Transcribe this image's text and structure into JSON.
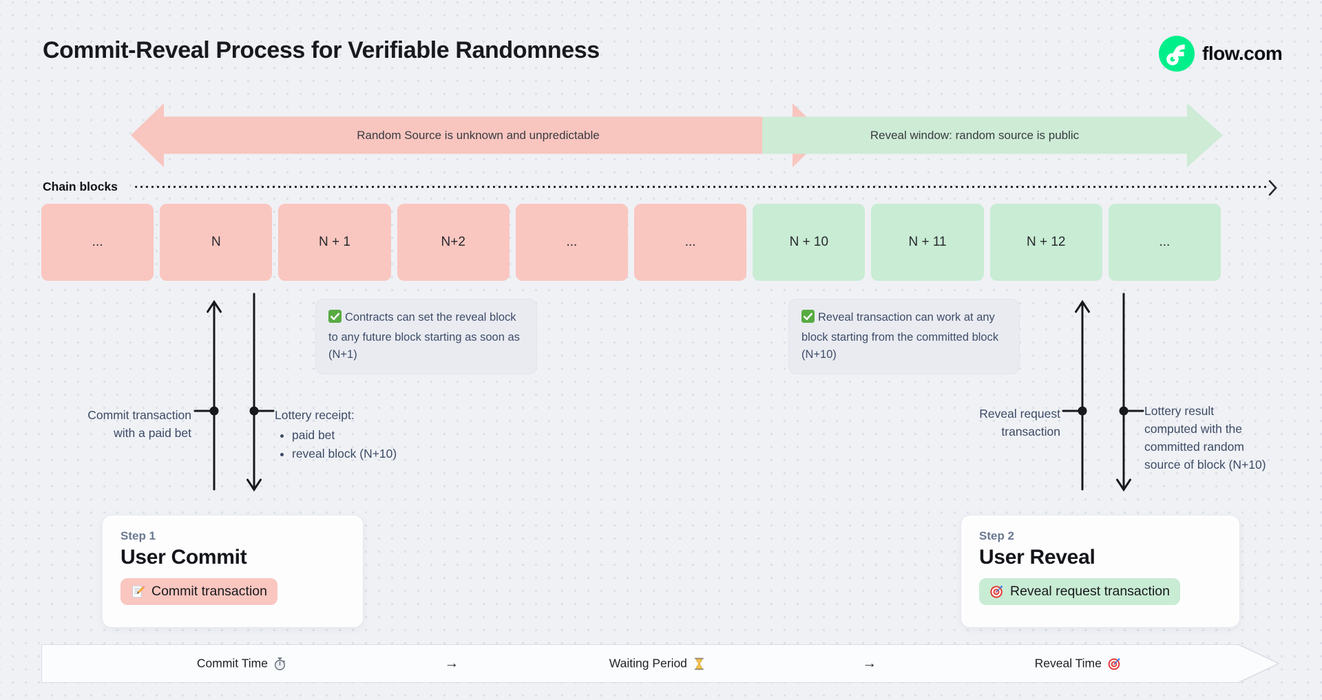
{
  "header": {
    "title": "Commit-Reveal Process for Verifiable Randomness",
    "brand": "flow.com"
  },
  "phases": {
    "unpredictable": "Random Source is unknown and unpredictable",
    "reveal": "Reveal window: random source is public"
  },
  "chain": {
    "label": "Chain blocks",
    "blocks": [
      {
        "label": "...",
        "variant": "pink"
      },
      {
        "label": "N",
        "variant": "pink"
      },
      {
        "label": "N + 1",
        "variant": "pink"
      },
      {
        "label": "N+2",
        "variant": "pink"
      },
      {
        "label": "...",
        "variant": "pink"
      },
      {
        "label": "...",
        "variant": "pink"
      },
      {
        "label": "N + 10",
        "variant": "green"
      },
      {
        "label": "N + 11",
        "variant": "green"
      },
      {
        "label": "N + 12",
        "variant": "green"
      },
      {
        "label": "...",
        "variant": "green"
      }
    ]
  },
  "notes": {
    "commit": "Contracts can set the reveal block to any future block starting as soon as (N+1)",
    "reveal": "Reveal transaction can work at any block starting from the committed block (N+10)"
  },
  "flows": {
    "commit": {
      "line1": "Commit transaction",
      "line2": "with a paid bet"
    },
    "receipt": {
      "title": "Lottery receipt:",
      "items": [
        "paid bet",
        "reveal block (N+10)"
      ]
    },
    "reveal_request": {
      "line1": "Reveal request",
      "line2": "transaction"
    },
    "lottery_result": {
      "lines": [
        "Lottery result",
        "computed with the",
        "committed random",
        "source of block (N+10)"
      ]
    }
  },
  "steps": [
    {
      "kicker": "Step 1",
      "title": "User Commit",
      "badge": "Commit transaction",
      "icon": "memo-icon"
    },
    {
      "kicker": "Step 2",
      "title": "User Reveal",
      "badge": "Reveal request transaction",
      "icon": "target-icon"
    }
  ],
  "timeline": {
    "items": [
      {
        "label": "Commit Time",
        "icon": "stopwatch-icon"
      },
      {
        "label": "→"
      },
      {
        "label": "Waiting Period",
        "icon": "hourglass-icon"
      },
      {
        "label": "→"
      },
      {
        "label": "Reveal Time",
        "icon": "target-icon"
      }
    ]
  },
  "colors": {
    "bg": "#eff1f5",
    "dot": "#dcdfe8",
    "ink": "#17191e",
    "slate": "#3f4d68",
    "muted": "#6b7890",
    "pink": "#fac6c0",
    "green": "#c9ecd4",
    "pinkArrow": "#f9c5bf",
    "greenArrow": "#cdebd5",
    "noteBg": "#e9ebf1",
    "cardBg": "#fdfdfe",
    "barBg": "#fbfcfd",
    "barBorder": "#d9dce4",
    "line": "#17191d",
    "brand": "#00ef8b"
  }
}
